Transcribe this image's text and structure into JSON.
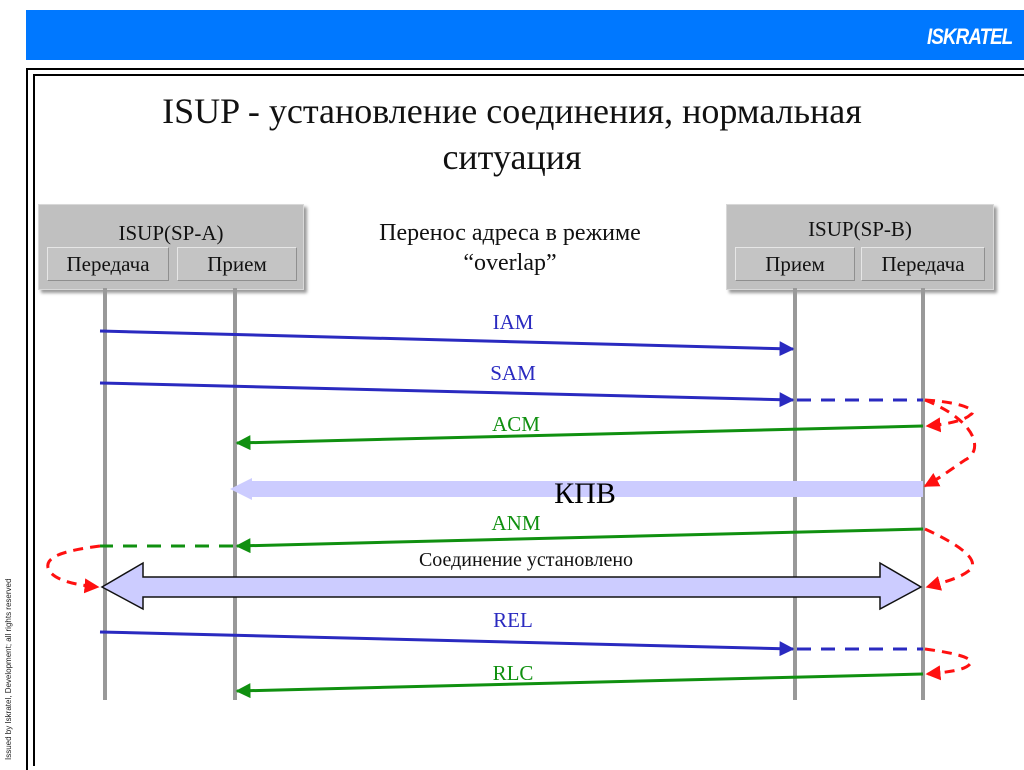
{
  "header": {
    "logo_text": "ISKRATEL",
    "bar_color": "#0078ff"
  },
  "title": {
    "line1": "ISUP - установление соединения, нормальная",
    "line2": "ситуация"
  },
  "side_note": "Issued by Iskratel, Development; all rights reserved",
  "nodes": {
    "a": {
      "title": "ISUP(SP-A)",
      "ports": [
        "Передача",
        "Прием"
      ]
    },
    "b": {
      "title": "ISUP(SP-B)",
      "ports": [
        "Прием",
        "Передача"
      ]
    }
  },
  "note": {
    "line1": "Перенос адреса в режиме",
    "line2": "“overlap”"
  },
  "colors": {
    "forward_message": "#2a2ac0",
    "backward_message": "#109010",
    "internal_relay": "#ff1010",
    "lifeline": "#999999",
    "wide_arrow_fill": "#ccccff"
  },
  "messages": [
    {
      "label": "IAM",
      "direction": "A->B",
      "from": "A-Передача",
      "to": "B-Прием",
      "relayed": false
    },
    {
      "label": "SAM",
      "direction": "A->B",
      "from": "A-Передача",
      "to": "B-Прием",
      "relayed": true
    },
    {
      "label": "ACM",
      "direction": "B->A",
      "from": "B-Передача",
      "to": "A-Прием",
      "relayed": false
    },
    {
      "label": "КПВ",
      "direction": "B->A",
      "from": "B-Передача",
      "to": "A-Прием",
      "kind": "tone"
    },
    {
      "label": "ANM",
      "direction": "B->A",
      "from": "B-Передача",
      "to": "A-Прием",
      "relayed": true
    },
    {
      "label": "Соединение установлено",
      "direction": "A<->B",
      "kind": "connection"
    },
    {
      "label": "REL",
      "direction": "A->B",
      "from": "A-Передача",
      "to": "B-Прием",
      "relayed": true
    },
    {
      "label": "RLC",
      "direction": "B->A",
      "from": "B-Передача",
      "to": "A-Прием",
      "relayed": false
    }
  ]
}
